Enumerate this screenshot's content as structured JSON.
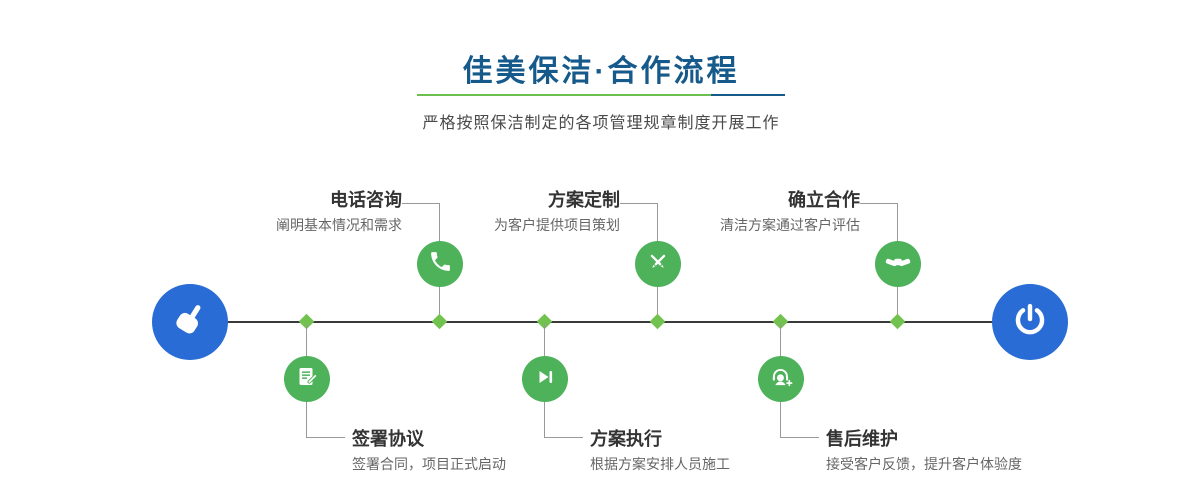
{
  "header": {
    "title": "佳美保洁·合作流程",
    "subtitle": "严格按照保洁制定的各项管理规章制度开展工作"
  },
  "colors": {
    "title_blue": "#155a8a",
    "underline_green": "#6cbe4e",
    "node_green": "#4db25a",
    "diamond_green": "#72c24f",
    "endpoint_blue": "#2a6cd5",
    "line_dark": "#3a3a3a",
    "connector_gray": "#999999"
  },
  "timeline": {
    "start_icon": "pointing-hand-icon",
    "end_icon": "power-icon"
  },
  "steps_top": [
    {
      "title": "电话咨询",
      "desc": "阐明基本情况和需求",
      "icon": "phone-icon"
    },
    {
      "title": "方案定制",
      "desc": "为客户提供项目策划",
      "icon": "design-icon"
    },
    {
      "title": "确立合作",
      "desc": "清洁方案通过客户评估",
      "icon": "handshake-icon"
    }
  ],
  "steps_bottom": [
    {
      "title": "签署协议",
      "desc": "签署合同，项目正式启动",
      "icon": "contract-icon"
    },
    {
      "title": "方案执行",
      "desc": "根据方案安排人员施工",
      "icon": "execute-icon"
    },
    {
      "title": "售后维护",
      "desc": "接受客户反馈，提升客户体验度",
      "icon": "support-icon"
    }
  ]
}
